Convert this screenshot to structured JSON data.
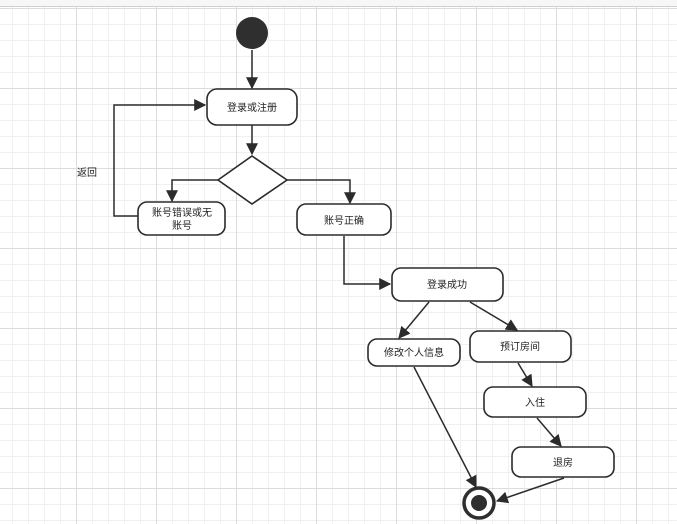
{
  "diagram": {
    "nodes": {
      "login": "登录或注册",
      "error_line1": "账号错误或无",
      "error_line2": "账号",
      "correct": "账号正确",
      "success": "登录成功",
      "edit_profile": "修改个人信息",
      "book_room": "预订房间",
      "check_in": "入住",
      "check_out": "退房"
    },
    "edges": {
      "back_label": "返回"
    }
  }
}
